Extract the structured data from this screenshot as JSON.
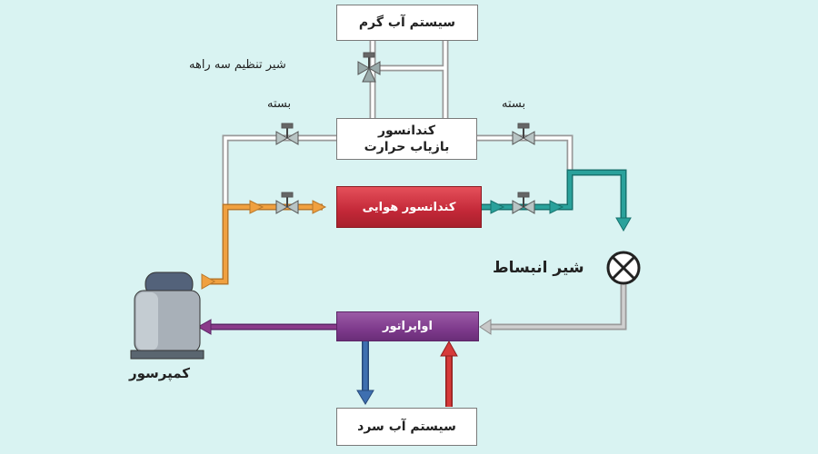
{
  "boxes": {
    "hot_water": "سیستم آب گرم",
    "heat_recovery_condenser_line1": "کندانسور",
    "heat_recovery_condenser_line2": "بازیاب حرارت",
    "air_condenser": "کندانسور هوایی",
    "evaporator": "اواپراتور",
    "cold_water": "سیستم آب سرد"
  },
  "labels": {
    "three_way_valve": "شیر تنظیم سه راهه",
    "closed_left": "بسته",
    "closed_right": "بسته",
    "expansion_valve": "شیر انبساط",
    "compressor": "کمپرسور"
  },
  "colors": {
    "background": "#d9f3f2",
    "hot_gas_pipe": "#f0a040",
    "liquid_pipe": "#2aa19b",
    "suction_pipe": "#8a3a8a",
    "idle_pipe": "#c8c8c8",
    "chilled_supply": "#3e6fb0",
    "chilled_return": "#d63a3a"
  }
}
